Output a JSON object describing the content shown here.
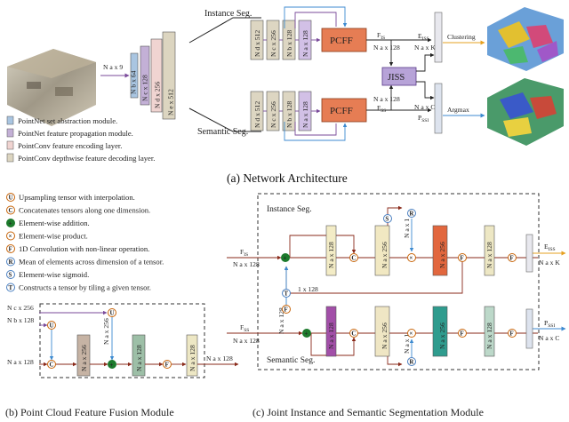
{
  "network": {
    "caption": "(a) Network Architecture",
    "input": "N a x 9",
    "stack_blocks": [
      "N b x 64",
      "N c x 128",
      "N d x 256",
      "N e x 512"
    ],
    "branch_blocks": [
      "N d x 512",
      "N c x 256",
      "N b x 128",
      "N a x 128"
    ],
    "instance_label": "Instance Seg.",
    "semantic_label": "Semantic Seg.",
    "pcff": "PCFF",
    "jiss": "JISS",
    "f_is": "F",
    "f_is_sub": "IS",
    "f_ss": "F",
    "f_ss_sub": "SS",
    "f_is_dim": "N a x 128",
    "f_ss_dim": "N a x 128",
    "e_iss": "E",
    "e_iss_sub": "ISS",
    "e_dim": "N a x K",
    "p_dim": "N a x C",
    "p_ssi": "P",
    "p_ssi_sub": "SSI",
    "clustering": "Clustering",
    "argmax": "Argmax",
    "legend": [
      {
        "color": "#a9c5e1",
        "text": "PointNet set abstraction module."
      },
      {
        "color": "#c3b0d6",
        "text": "PointNet feature propagation module."
      },
      {
        "color": "#f0d4d1",
        "text": "PointConv feature encoding layer."
      },
      {
        "color": "#dcd5c0",
        "text": "PointConv depthwise feature decoding layer."
      }
    ]
  },
  "ops_legend": [
    {
      "symbol": "U",
      "color": "#c8650a",
      "text": "Upsampling tensor with interpolation."
    },
    {
      "symbol": "C",
      "color": "#c8650a",
      "text": "Concatenates tensors along one dimension."
    },
    {
      "symbol": "+",
      "color": "#1d7a2c",
      "text": "Element-wise addition."
    },
    {
      "symbol": "×",
      "color": "#c8650a",
      "text": "Element-wise product."
    },
    {
      "symbol": "F",
      "color": "#c8650a",
      "text": "1D Convolution with non-linear operation."
    },
    {
      "symbol": "R",
      "color": "#4a7fc0",
      "text": "Mean of elements across dimension of a tensor."
    },
    {
      "symbol": "S",
      "color": "#4a7fc0",
      "text": "Element-wise sigmoid."
    },
    {
      "symbol": "T",
      "color": "#4a7fc0",
      "text": "Constructs a tensor by tiling a given tensor."
    }
  ],
  "pcff_module": {
    "caption": "(b) Point Cloud Feature Fusion Module",
    "in_nc": "N c x 256",
    "in_nb": "N b x 128",
    "in_na": "N a x 128",
    "na256": "N a x 256",
    "nax256": "N a x 256",
    "na128_block": "N a x 128",
    "na128_block2": "N a x 128",
    "out": "N a x 128"
  },
  "jiss_module": {
    "caption": "(c) Joint Instance and Semantic Segmentation Module",
    "instance": "Instance Seg.",
    "semantic": "Semantic Seg.",
    "f_is": "F",
    "f_is_sub": "IS",
    "f_ss": "F",
    "f_ss_sub": "SS",
    "in_dim_top": "N a x 128",
    "in_dim_bot": "N a x 128",
    "blk_top": [
      "N a x 128",
      "N a x 256",
      "N a x 256",
      "N a x 128"
    ],
    "blk_bot": [
      "N a x 128",
      "N a x 256",
      "N a x 256",
      "N a x 128"
    ],
    "one_top": "N a x 1",
    "one_bot": "N a x 1",
    "mid_dim": "1 x 128",
    "mid_dim2": "N a x 128",
    "e_iss": "E",
    "e_iss_sub": "ISS",
    "e_dim": "N a x K",
    "p_ssi": "P",
    "p_ssi_sub": "SSI",
    "p_dim": "N a x C"
  }
}
